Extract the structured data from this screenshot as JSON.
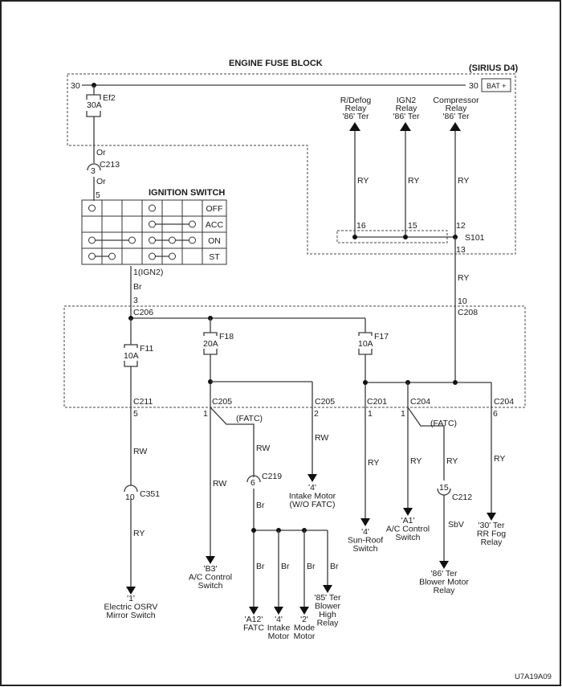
{
  "title": "ENGINE FUSE BLOCK",
  "model": "(SIRIUS D4)",
  "figure_id": "U7A19A09",
  "bat": {
    "label": "BAT +",
    "terminal_left": "30",
    "terminal_right": "30"
  },
  "fuses": {
    "ef2": {
      "name": "Ef2",
      "rating": "30A"
    },
    "f11": {
      "name": "F11",
      "rating": "10A"
    },
    "f18": {
      "name": "F18",
      "rating": "20A"
    },
    "f17": {
      "name": "F17",
      "rating": "10A"
    }
  },
  "wires": {
    "or1": "Or",
    "or2": "Or",
    "br_ign": "Br",
    "ry_defog": "RY",
    "ry_ign2": "RY",
    "ry_comp": "RY",
    "ry_s101": "RY",
    "rw_c211": "RW",
    "ry_c351": "RY",
    "rw_b3": "RW",
    "rw_fatc": "RW",
    "br_c219": "Br",
    "rw_intake": "RW",
    "br1": "Br",
    "br2": "Br",
    "br3": "Br",
    "br4": "Br",
    "ry_c201": "RY",
    "ry_a1": "RY",
    "ry_fatc2": "RY",
    "sbv": "SbV",
    "ry_c204_6": "RY"
  },
  "connectors": {
    "c213": {
      "name": "C213",
      "pin": "3"
    },
    "ign_pin5": "5",
    "ign_pin1": "1(IGN2)",
    "c206": {
      "name": "C206",
      "pin": "3"
    },
    "c208": {
      "name": "C208",
      "pin": "10"
    },
    "s101": {
      "name": "S101",
      "pins": [
        "16",
        "15",
        "12",
        "13"
      ]
    },
    "c211": {
      "name": "C211",
      "pin": "5"
    },
    "c205a": {
      "name": "C205",
      "pin": "1"
    },
    "c205b": {
      "name": "C205",
      "pin": "2"
    },
    "c201": {
      "name": "C201",
      "pin": "1"
    },
    "c204a": {
      "name": "C204",
      "pin": "1"
    },
    "c204b": {
      "name": "C204",
      "pin": "6"
    },
    "c351": {
      "name": "C351",
      "pin": "10"
    },
    "c219": {
      "name": "C219",
      "pin": "6"
    },
    "c212": {
      "name": "C212",
      "pin": "15"
    },
    "fatc1": "(FATC)",
    "fatc2": "(FATC)"
  },
  "ignition_switch": {
    "title": "IGNITION SWITCH",
    "positions": [
      "OFF",
      "ACC",
      "ON",
      "ST"
    ]
  },
  "relays_top": [
    {
      "l1": "R/Defog",
      "l2": "Relay",
      "l3": "'86' Ter"
    },
    {
      "l1": "IGN2",
      "l2": "Relay",
      "l3": "'86' Ter"
    },
    {
      "l1": "Compressor",
      "l2": "Relay",
      "l3": "'86' Ter"
    }
  ],
  "destinations": {
    "osrv": [
      "'1'",
      "Electric OSRV",
      "Mirror Switch"
    ],
    "b3": [
      "'B3'",
      "A/C Control",
      "Switch"
    ],
    "intake_wo": [
      "'4'",
      "Intake Motor",
      "(W/O FATC)"
    ],
    "a12": [
      "'A12'",
      "FATC"
    ],
    "intake": [
      "'4'",
      "Intake",
      "Motor"
    ],
    "mode": [
      "'2'",
      "Mode",
      "Motor"
    ],
    "blower_high": [
      "'85' Ter",
      "Blower",
      "High",
      "Relay"
    ],
    "sunroof": [
      "'4'",
      "Sun-Roof",
      "Switch"
    ],
    "a1": [
      "'A1'",
      "A/C Control",
      "Switch"
    ],
    "blower_motor": [
      "'86' Ter",
      "Blower Motor",
      "Relay"
    ],
    "rr_fog": [
      "'30' Ter",
      "RR Fog",
      "Relay"
    ]
  }
}
